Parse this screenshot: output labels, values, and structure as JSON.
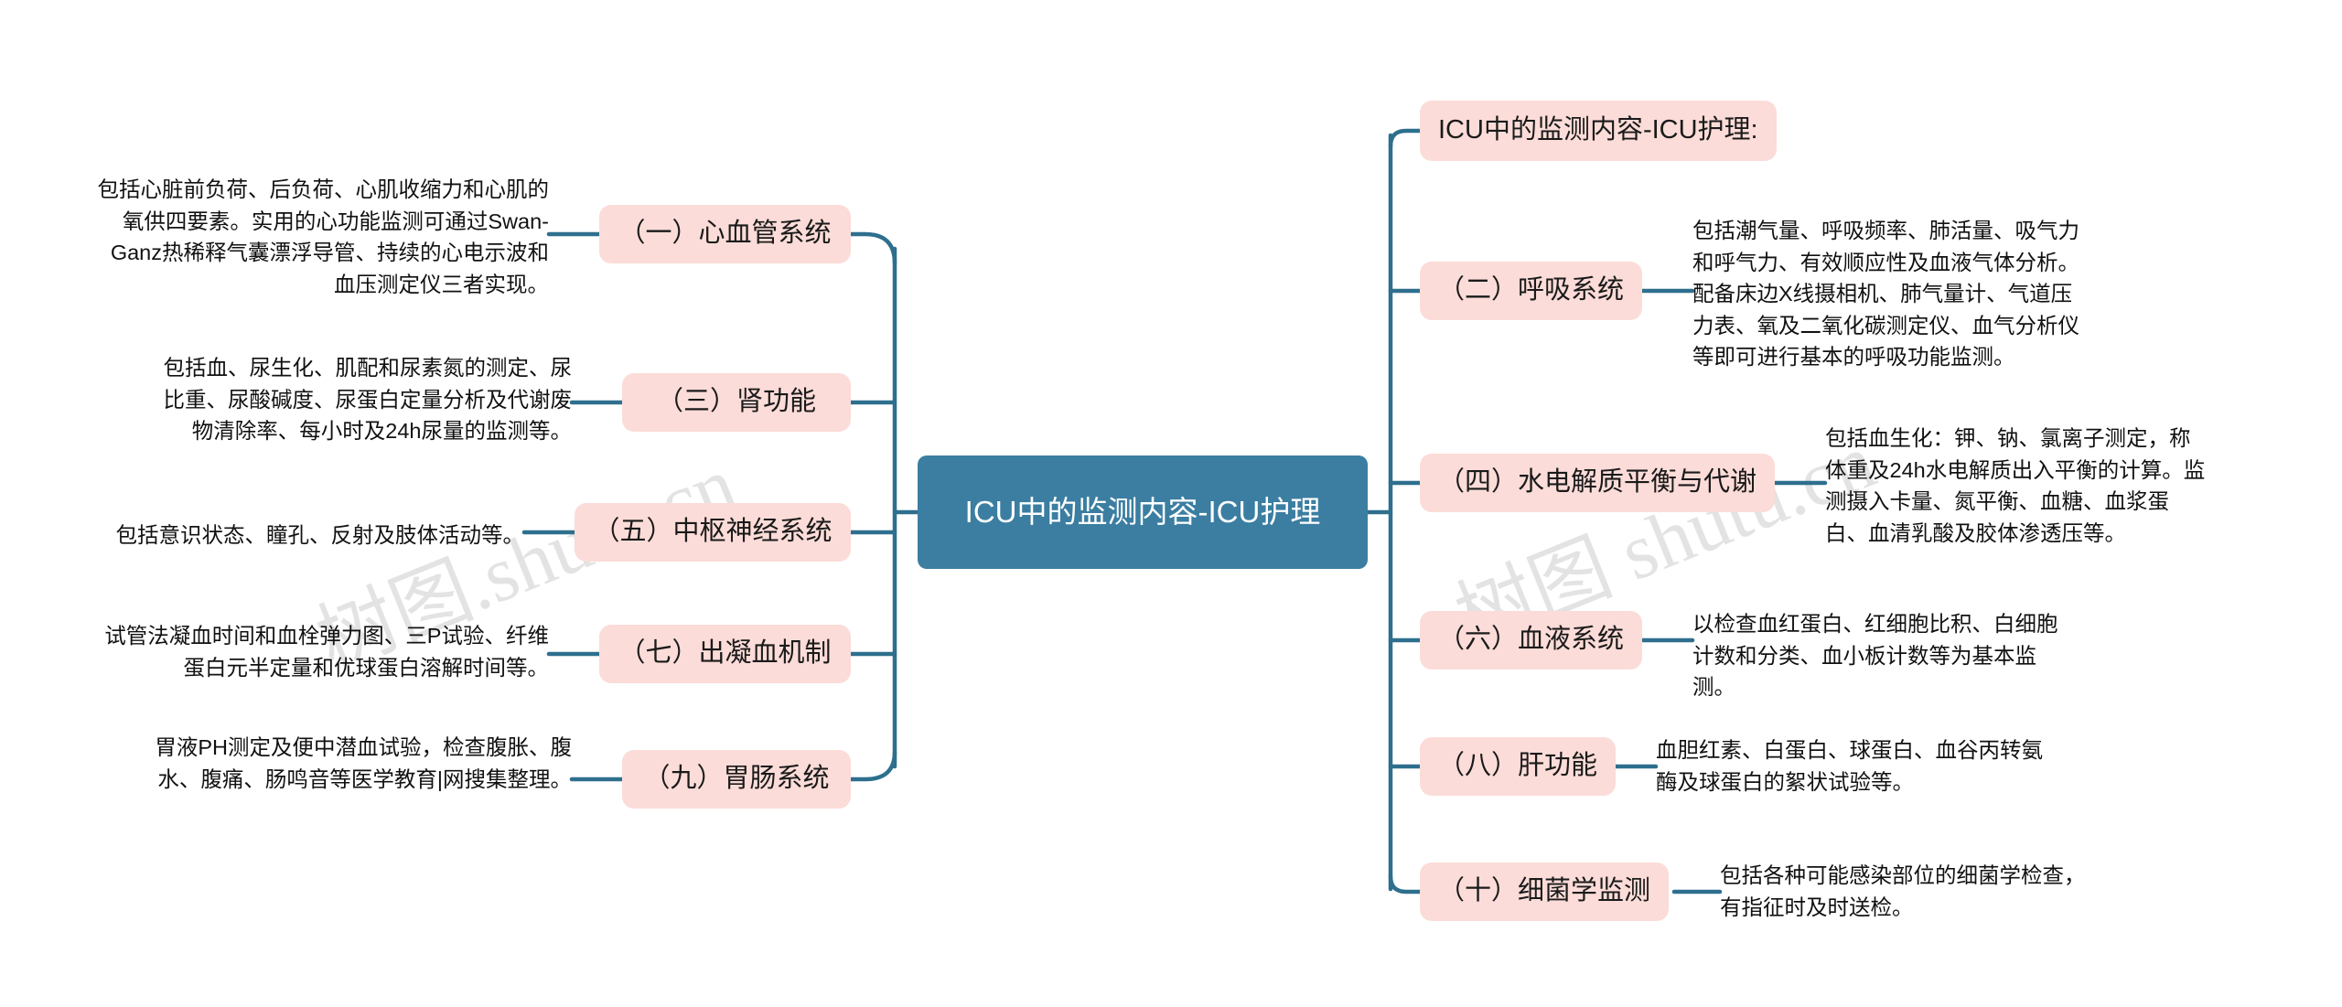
{
  "diagram": {
    "type": "mindmap",
    "title": "ICU中的监测内容-ICU护理",
    "colors": {
      "root_fill": "#3b7ea1",
      "root_text": "#ffffff",
      "topic_fill": "#fbdcd8",
      "topic_text": "#1a1a1a",
      "connector": "#2e6f8e",
      "note_text": "#111111",
      "background": "#ffffff",
      "watermark": "#e3e3e3"
    },
    "watermarks": [
      {
        "text": "树图.shutu.cn"
      },
      {
        "text": "树图 shutu.cn"
      }
    ]
  },
  "root": {
    "label": "ICU中的监测内容-ICU护理"
  },
  "right_branch": {
    "header": {
      "label": "ICU中的监测内容-ICU护理:"
    },
    "items": [
      {
        "label": "（二）呼吸系统",
        "note": "包括潮气量、呼吸频率、肺活量、吸气力和呼气力、有效顺应性及血液气体分析。配备床边X线摄相机、肺气量计、气道压力表、氧及二氧化碳测定仪、血气分析仪等即可进行基本的呼吸功能监测。"
      },
      {
        "label": "（四）水电解质平衡与代谢",
        "note": "包括血生化：钾、钠、氯离子测定，称体重及24h水电解质出入平衡的计算。监测摄入卡量、氮平衡、血糖、血浆蛋白、血清乳酸及胶体渗透压等。"
      },
      {
        "label": "（六）血液系统",
        "note": "以检查血红蛋白、红细胞比积、白细胞计数和分类、血小板计数等为基本监测。"
      },
      {
        "label": "（八）肝功能",
        "note": "血胆红素、白蛋白、球蛋白、血谷丙转氨酶及球蛋白的絮状试验等。"
      },
      {
        "label": "（十）细菌学监测",
        "note": "包括各种可能感染部位的细菌学检查，有指征时及时送检。"
      }
    ]
  },
  "left_branch": {
    "items": [
      {
        "label": "（一）心血管系统",
        "note": "包括心脏前负荷、后负荷、心肌收缩力和心肌的氧供四要素。实用的心功能监测可通过Swan-Ganz热稀释气囊漂浮导管、持续的心电示波和血压测定仪三者实现。"
      },
      {
        "label": "（三）肾功能",
        "note": "包括血、尿生化、肌配和尿素氮的测定、尿比重、尿酸碱度、尿蛋白定量分析及代谢废物清除率、每小时及24h尿量的监测等。"
      },
      {
        "label": "（五）中枢神经系统",
        "note": "包括意识状态、瞳孔、反射及肢体活动等。"
      },
      {
        "label": "（七）出凝血机制",
        "note": "试管法凝血时间和血栓弹力图、三P试验、纤维蛋白元半定量和优球蛋白溶解时间等。"
      },
      {
        "label": "（九）胃肠系统",
        "note": "胃液PH测定及便中潜血试验，检查腹胀、腹水、腹痛、肠鸣音等医学教育|网搜集整理。"
      }
    ]
  }
}
